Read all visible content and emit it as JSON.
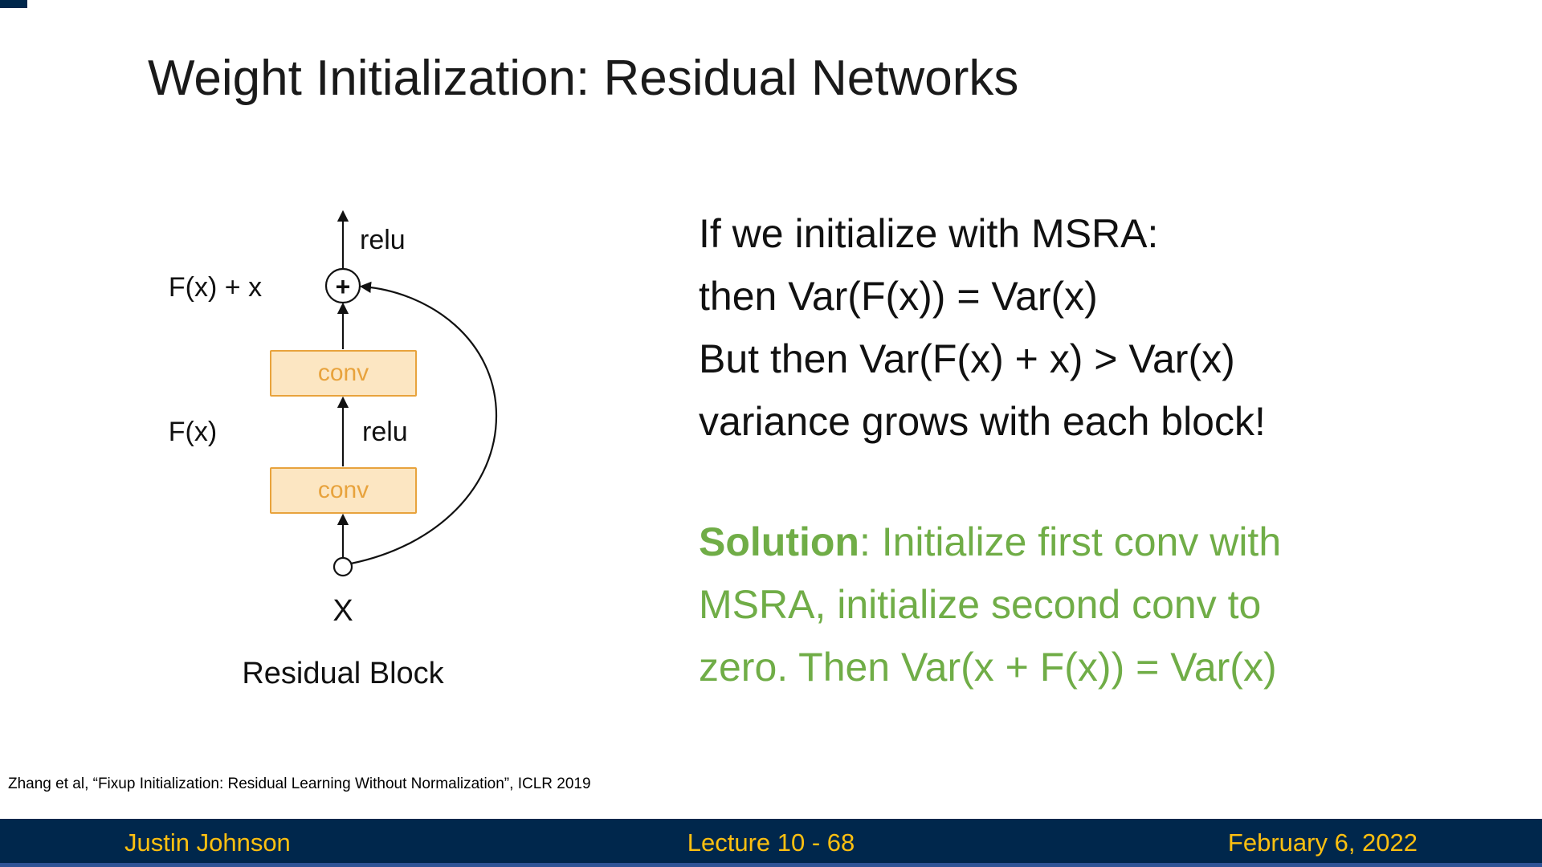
{
  "title": "Weight Initialization: Residual Networks",
  "diagram": {
    "relu_top": "relu",
    "sum_label": "F(x) + x",
    "plus_symbol": "+",
    "conv_top": "conv",
    "relu_mid": "relu",
    "fx_label": "F(x)",
    "conv_bottom": "conv",
    "input_label": "X",
    "caption": "Residual Block"
  },
  "body": {
    "lines": [
      "If we initialize with MSRA:",
      "then Var(F(x)) = Var(x)",
      "But then Var(F(x) + x) > Var(x)",
      "variance grows with each block!"
    ],
    "solution": {
      "bold": "Solution",
      "line1_rest": ": Initialize first conv with",
      "line2": "MSRA, initialize second conv to",
      "line3": "zero. Then Var(x + F(x)) = Var(x)"
    }
  },
  "citation": "Zhang et al, “Fixup Initialization: Residual Learning Without Normalization”, ICLR 2019",
  "footer": {
    "author": "Justin Johnson",
    "lecture": "Lecture 10 - 68",
    "date": "February 6, 2022"
  },
  "colors": {
    "conv_fill": "#fce6c2",
    "conv_border": "#e8a33d",
    "solution_green": "#70ad47",
    "footer_bg": "#00274c",
    "footer_accent": "#2f5496",
    "footer_text": "#fdc010"
  }
}
